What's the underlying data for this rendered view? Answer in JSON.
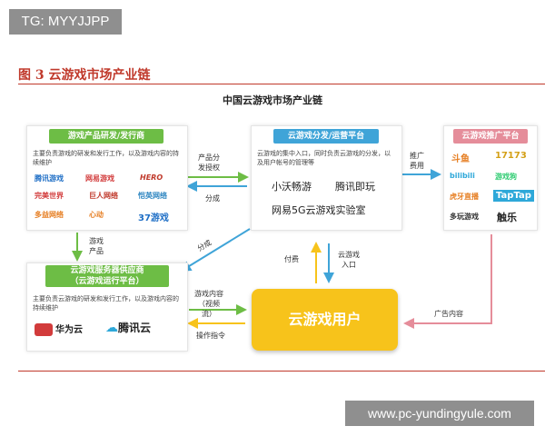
{
  "watermark_top": "TG: MYYJJPP",
  "figure_title": "图 3  云游戏市场产业链",
  "diagram_title": "中国云游戏市场产业链",
  "dev": {
    "title": "游戏产品研发/发行商",
    "desc": "主要负责游戏的研发和发行工作，以及游戏内容的持续维护",
    "logos": [
      "腾讯游戏",
      "网易游戏",
      "HERO",
      "完美世界",
      "巨人网络",
      "恺英网络",
      "多益网络",
      "心动",
      "37游戏"
    ]
  },
  "platform": {
    "title": "云游戏分发/运营平台",
    "desc": "云游戏的集中入口，同时负责云游戏的分发，以及用户帐号的管理等",
    "items": [
      "小沃畅游",
      "腾讯即玩",
      "网易5G云游戏实验室"
    ]
  },
  "promo": {
    "title": "云游戏推广平台",
    "logos": [
      "斗鱼",
      "17173",
      "bilibili",
      "游戏狗",
      "虎牙直播",
      "TapTap",
      "多玩游戏",
      "触乐"
    ]
  },
  "service": {
    "title_line1": "云游戏服务器供应商",
    "title_line2": "（云游戏运行平台）",
    "desc": "主要负责云游戏的研发和发行工作，以及游戏内容的持续维护",
    "logos": [
      "华为云",
      "腾讯云"
    ]
  },
  "user_box": "云游戏用户",
  "arrows": {
    "product_license": "产品分\n发授权",
    "revenue_share1": "分成",
    "promo_fee": "推广\n费用",
    "game_product": "游戏\n产品",
    "revenue_share2": "分成",
    "payment": "付费",
    "entry": "云游戏\n入口",
    "game_content": "游戏内容\n（视频\n流）",
    "operation": "操作指令",
    "ad_content": "广告内容"
  },
  "watermark_bottom": "www.pc-yundingyule.com",
  "colors": {
    "green": "#6dbd45",
    "blue": "#3fa4d8",
    "pink": "#e58d9a",
    "yellow": "#f7c31b",
    "red_title": "#c0392b"
  }
}
